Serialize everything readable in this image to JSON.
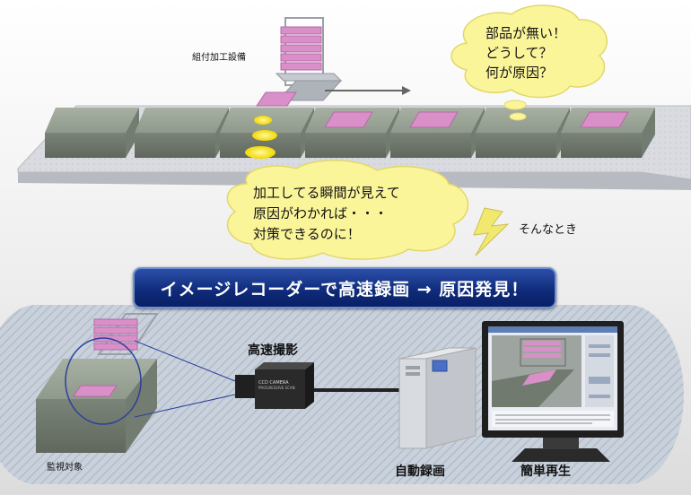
{
  "labels": {
    "machine": "組付加工設備",
    "sonna_toki": "そんなとき",
    "camera": "高速撮影",
    "target": "監視対象",
    "auto_record": "自動録画",
    "easy_play": "簡単再生"
  },
  "bubble_top": {
    "line1": "部品が無い！",
    "line2": "どうして？",
    "line3": "何が原因？"
  },
  "bubble_mid": {
    "line1": "加工してる瞬間が見えて",
    "line2": "原因がわかれば・・・",
    "line3": "対策できるのに！"
  },
  "banner": {
    "text": "イメージレコーダーで高速録画 → 原因発見！"
  },
  "colors": {
    "banner": "#0e2a78",
    "bubble": "#fbf59a",
    "part": "#d98fc8",
    "block": "#8f9a8c",
    "conveyor": "#d6d8dc",
    "ellipse": "#2b3f9c"
  }
}
